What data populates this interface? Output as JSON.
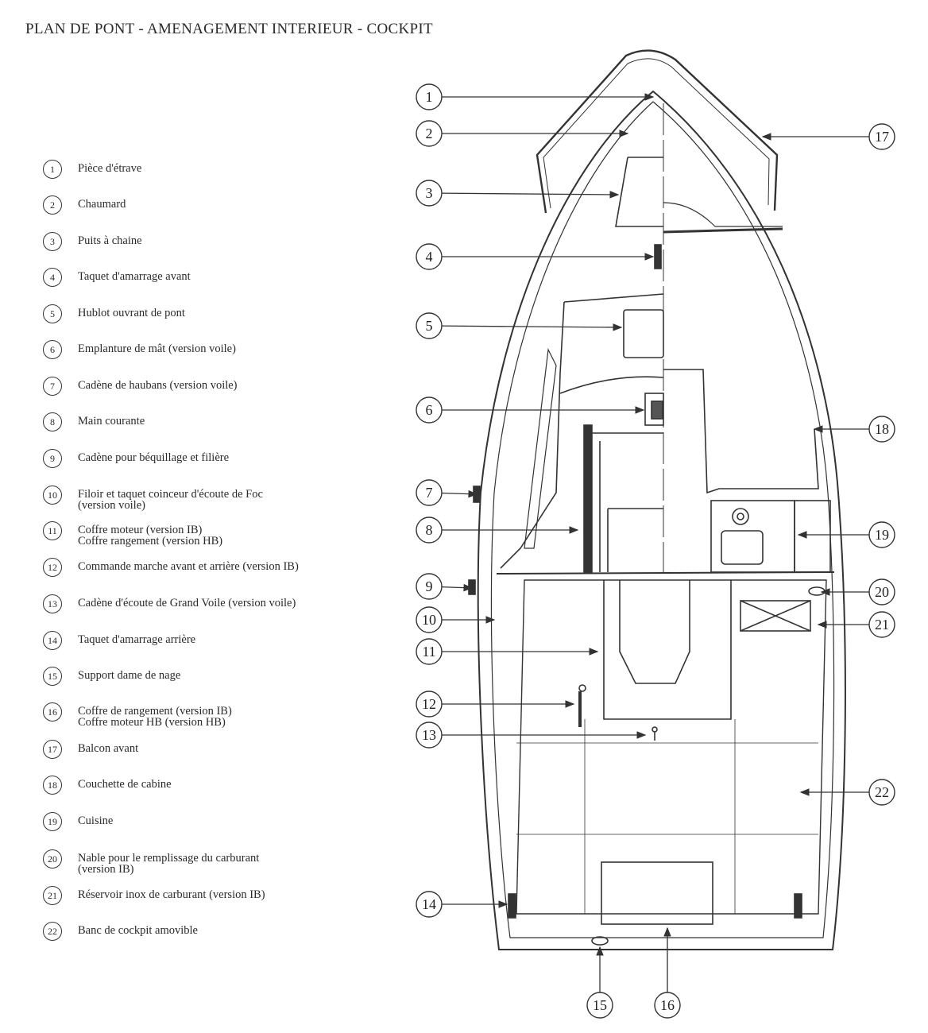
{
  "title": "PLAN DE PONT - AMENAGEMENT INTERIEUR - COCKPIT",
  "legend": [
    {
      "n": "1",
      "label": "Pièce d'étrave"
    },
    {
      "n": "2",
      "label": "Chaumard"
    },
    {
      "n": "3",
      "label": "Puits à chaine"
    },
    {
      "n": "4",
      "label": "Taquet d'amarrage avant"
    },
    {
      "n": "5",
      "label": "Hublot ouvrant de pont"
    },
    {
      "n": "6",
      "label": "Emplanture de mât (version voile)"
    },
    {
      "n": "7",
      "label": "Cadène de haubans (version voile)"
    },
    {
      "n": "8",
      "label": "Main courante"
    },
    {
      "n": "9",
      "label": "Cadène pour béquillage et filière"
    },
    {
      "n": "10",
      "label": "Filoir et taquet coinceur d'écoute de Foc\n(version voile)"
    },
    {
      "n": "11",
      "label": "Coffre moteur (version IB)\nCoffre rangement (version HB)"
    },
    {
      "n": "12",
      "label": "Commande marche avant et arrière (version IB)"
    },
    {
      "n": "13",
      "label": "Cadène d'écoute de Grand Voile (version voile)"
    },
    {
      "n": "14",
      "label": "Taquet d'amarrage arrière"
    },
    {
      "n": "15",
      "label": "Support dame de nage"
    },
    {
      "n": "16",
      "label": "Coffre de rangement (version IB)\nCoffre moteur HB (version HB)"
    },
    {
      "n": "17",
      "label": "Balcon avant"
    },
    {
      "n": "18",
      "label": "Couchette de cabine"
    },
    {
      "n": "19",
      "label": "Cuisine"
    },
    {
      "n": "20",
      "label": "Nable pour le remplissage du carburant\n(version IB)"
    },
    {
      "n": "21",
      "label": "Réservoir inox de carburant (version IB)"
    },
    {
      "n": "22",
      "label": "Banc de cockpit amovible"
    }
  ],
  "callouts": [
    "1",
    "2",
    "3",
    "4",
    "5",
    "6",
    "7",
    "8",
    "9",
    "10",
    "11",
    "12",
    "13",
    "14",
    "15",
    "16",
    "17",
    "18",
    "19",
    "20",
    "21",
    "22"
  ]
}
